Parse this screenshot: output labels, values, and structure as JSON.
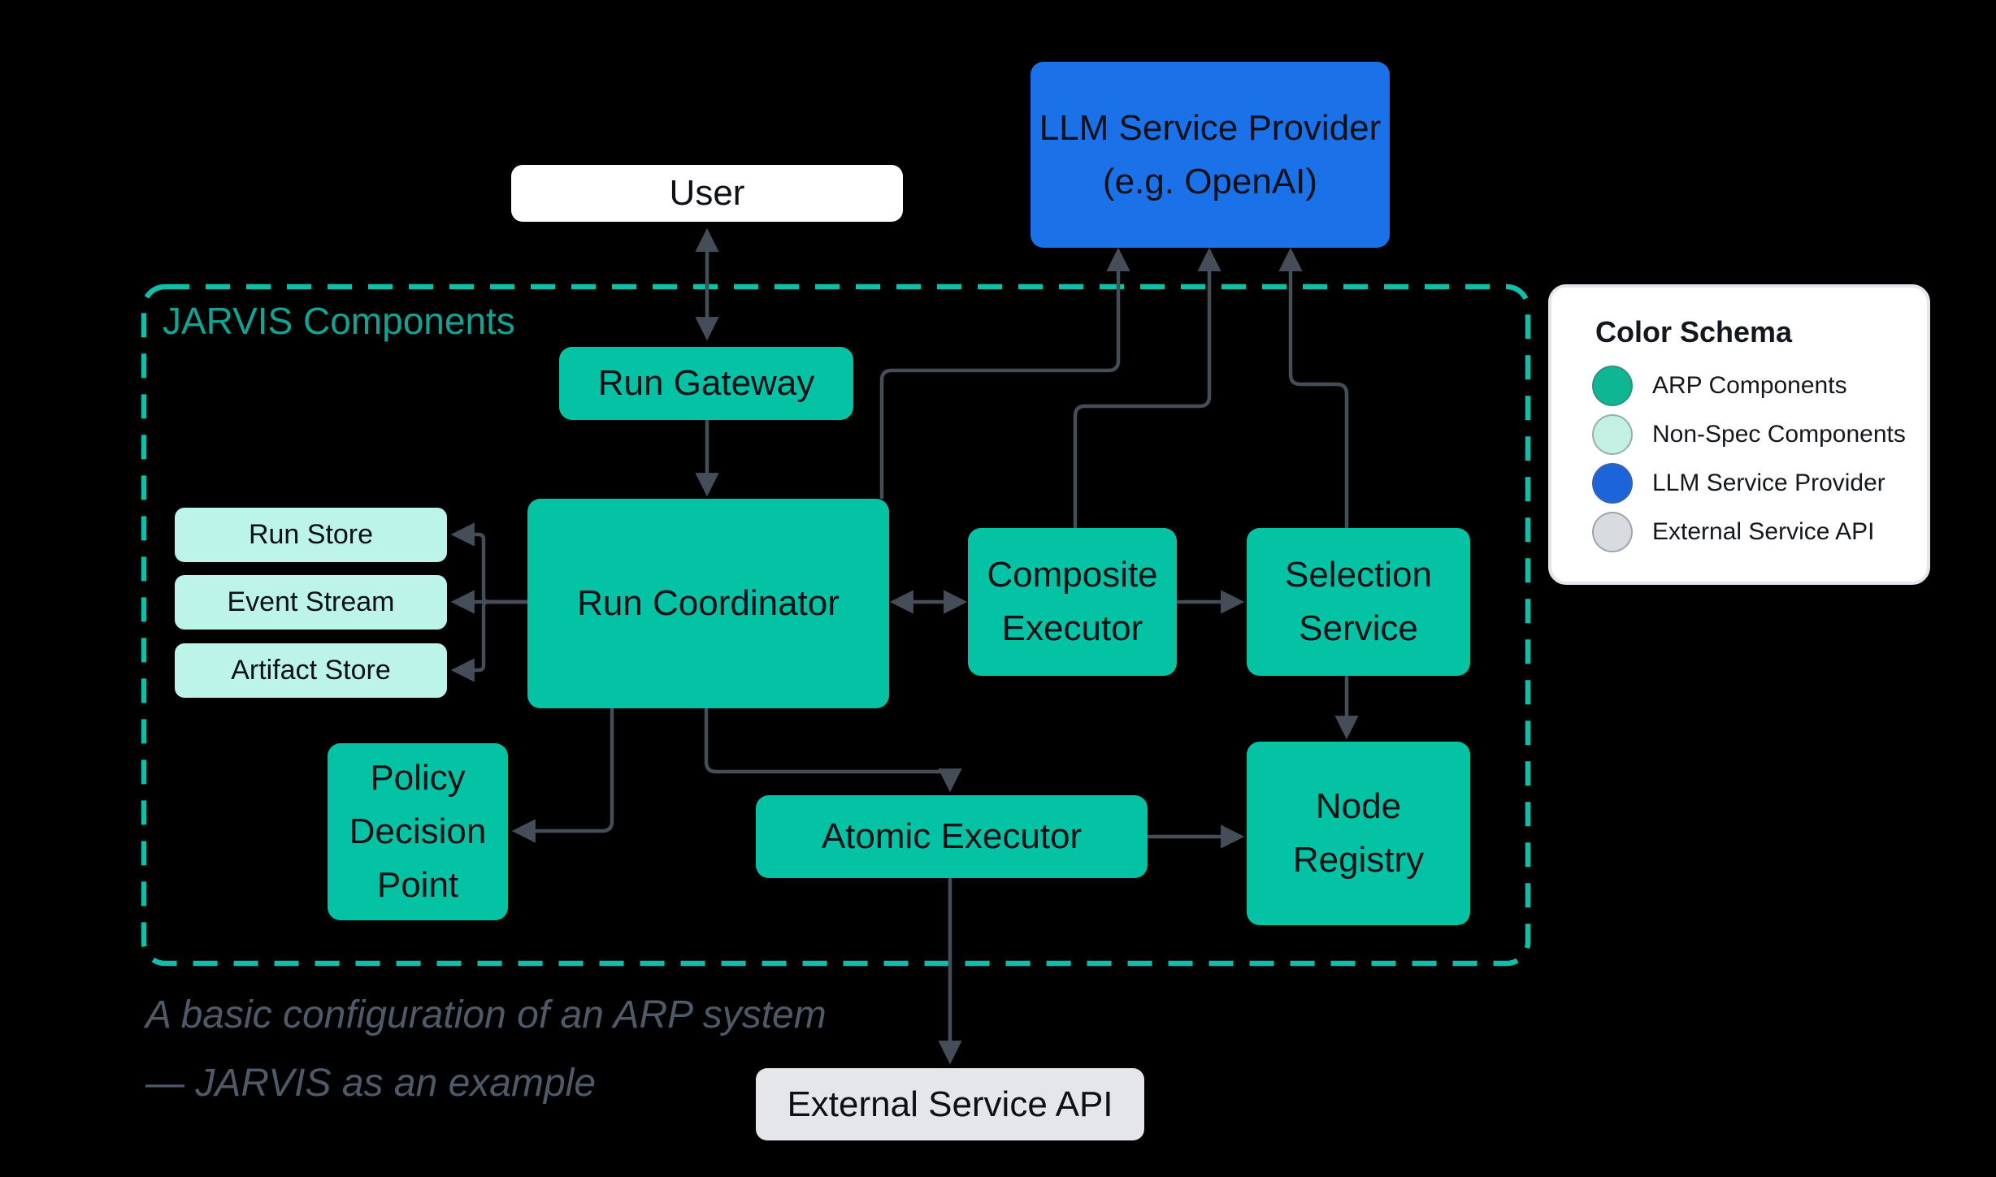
{
  "nodes": {
    "user": "User",
    "llm": "LLM Service Provider\n(e.g. OpenAI)",
    "run_gateway": "Run Gateway",
    "run_store": "Run Store",
    "event_stream": "Event Stream",
    "artifact_store": "Artifact Store",
    "run_coordinator": "Run Coordinator",
    "composite_executor": "Composite\nExecutor",
    "selection_service": "Selection\nService",
    "node_registry": "Node\nRegistry",
    "policy_decision_point": "Policy\nDecision\nPoint",
    "atomic_executor": "Atomic Executor",
    "external_service_api": "External Service API"
  },
  "group": {
    "label": "JARVIS Components"
  },
  "caption": {
    "line1": "A basic configuration of an ARP system",
    "line2": "— JARVIS as an example"
  },
  "legend": {
    "title": "Color Schema",
    "items": [
      {
        "label": "ARP Components",
        "color": "#0eb694"
      },
      {
        "label": "Non-Spec Components",
        "color": "#c4f0e3"
      },
      {
        "label": "LLM Service Provider",
        "color": "#1c64da"
      },
      {
        "label": "External Service API",
        "color": "#d8dbe0"
      }
    ]
  },
  "palette": {
    "background": "#000000",
    "arp_component": "#04c3a4",
    "non_spec_component": "#bdf4ea",
    "llm_provider": "#1b72e8",
    "external_api": "#e4e6e9",
    "user_box": "#ffffff",
    "connector": "#454d59",
    "group_border": "#0fbfa8",
    "group_label_text": "#12a392",
    "caption_text": "#4e5a67",
    "node_text": "#0d1117"
  }
}
